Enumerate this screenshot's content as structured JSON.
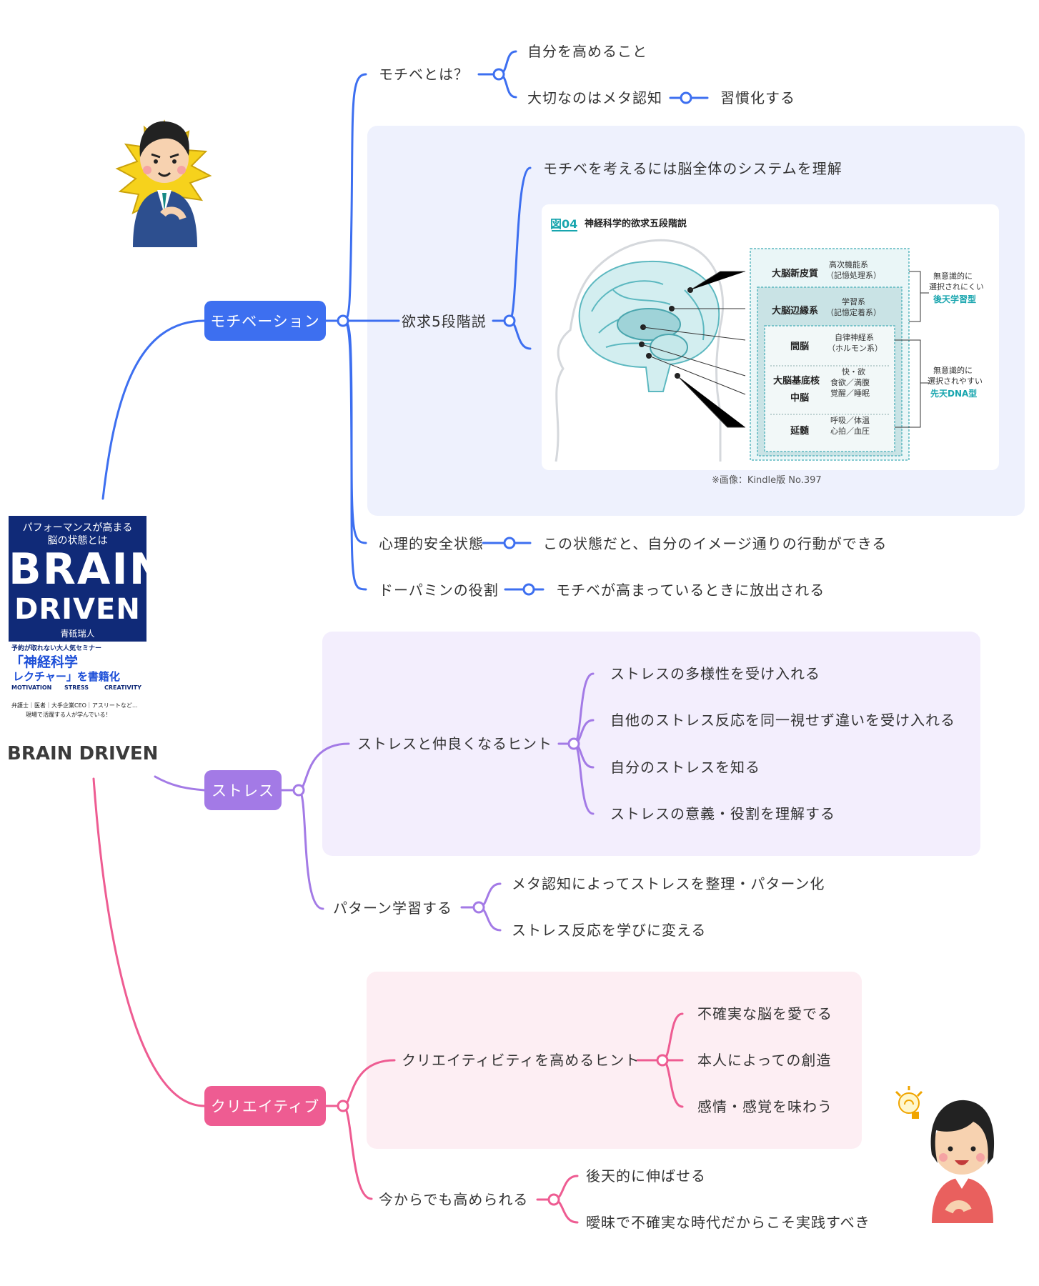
{
  "colors": {
    "motivation": "#3d6ff0",
    "stress": "#a37ae6",
    "creative": "#ee5c92",
    "motivation_bg": "#eef1fd",
    "stress_bg": "#f3eefd",
    "creative_bg": "#fdeef3"
  },
  "root": {
    "title": "BRAIN DRIVEN"
  },
  "book_cover": {
    "top_line1": "パフォーマンスが高まる",
    "top_line2": "脳の状態とは",
    "brain": "BRAIN",
    "driven": "DRIVEN",
    "author": "青砥瑞人",
    "seminar": "予約が取れない大人気セミナー",
    "highlight1": "「神経科学",
    "highlight2": "レクチャー」を書籍化",
    "kw1": "MOTIVATION",
    "kw2": "STRESS",
    "kw3": "CREATIVITY",
    "bottom1": "弁護士｜医者｜大手企業CEO｜アスリートなど…",
    "bottom2": "現場で活躍する人が学んでいる！"
  },
  "motivation": {
    "label": "モチベーション",
    "what": {
      "label": "モチベとは？",
      "children": [
        "自分を高めること",
        "大切なのはメタ認知"
      ],
      "metacog_child": "習慣化する"
    },
    "five": {
      "label": "欲求5段階説",
      "child": "モチベを考えるには脳全体のシステムを理解",
      "figure": {
        "fig_no": "図04",
        "title": "神経科学的欲求五段階説",
        "rows": [
          {
            "region": "大脳新皮質",
            "func1": "高次機能系",
            "func2": "（記憶処理系）"
          },
          {
            "region": "大脳辺縁系",
            "func1": "学習系",
            "func2": "（記憶定着系）"
          },
          {
            "region": "間脳",
            "func1": "自律神経系",
            "func2": "（ホルモン系）"
          },
          {
            "region": "大脳基底核",
            "func1": "快・欲",
            "func2": "食欲／満腹"
          },
          {
            "region": "中脳",
            "func1": "覚醒／睡眠",
            "func2": ""
          },
          {
            "region": "延髄",
            "func1": "呼吸／体温",
            "func2": "心拍／血圧"
          }
        ],
        "upper_note1": "無意識的に",
        "upper_note2": "選択されにくい",
        "upper_type": "後天学習型",
        "lower_note1": "無意識的に",
        "lower_note2": "選択されやすい",
        "lower_type": "先天DNA型"
      },
      "caption": "※画像：Kindle版 No.397"
    },
    "psych": {
      "label": "心理的安全状態",
      "child": "この状態だと、自分のイメージ通りの行動ができる"
    },
    "dopamine": {
      "label": "ドーパミンの役割",
      "child": "モチベが高まっているときに放出される"
    }
  },
  "stress": {
    "label": "ストレス",
    "hint": {
      "label": "ストレスと仲良くなるヒント",
      "children": [
        "ストレスの多様性を受け入れる",
        "自他のストレス反応を同一視せず違いを受け入れる",
        "自分のストレスを知る",
        "ストレスの意義・役割を理解する"
      ]
    },
    "pattern": {
      "label": "パターン学習する",
      "children": [
        "メタ認知によってストレスを整理・パターン化",
        "ストレス反応を学びに変える"
      ]
    }
  },
  "creative": {
    "label": "クリエイティブ",
    "hint": {
      "label": "クリエイティビティを高めるヒント",
      "children": [
        "不確実な脳を愛でる",
        "本人によっての創造",
        "感情・感覚を味わう"
      ]
    },
    "now": {
      "label": "今からでも高められる",
      "children": [
        "後天的に伸ばせる",
        "曖昧で不確実な時代だからこそ実践すべき"
      ]
    }
  }
}
